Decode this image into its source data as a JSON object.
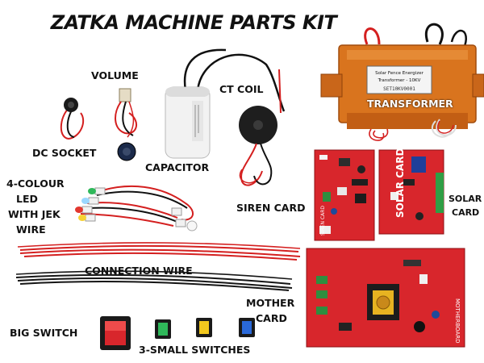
{
  "title": "ZATKA MACHINE PARTS KIT",
  "labels": {
    "volume": "VOLUME",
    "ct_coil": "CT COIL",
    "dc_socket": "DC SOCKET",
    "capacitor": "CAPACITOR",
    "transformer": "TRANSFORMER",
    "led_line1": "4-COLOUR",
    "led_line2": "LED",
    "led_line3": "WITH JEK",
    "led_line4": "WIRE",
    "siren_card": "SIREN CARD",
    "solar_line1": "SOLAR",
    "solar_line2": "CARD",
    "connection_wire": "CONNECTION WIRE",
    "mother_line1": "MOTHER",
    "mother_line2": "CARD",
    "big_switch": "BIG SWITCH",
    "small_switches": "3-SMALL SWITCHES"
  },
  "transformer_sticker": {
    "line1": "Solar Fence Energizer",
    "line2": "Transformer - 10KV",
    "line3": "SET10KV0001"
  },
  "pcb_text": {
    "siren": "SIREN CARD",
    "solar": "SOLAR CARD",
    "mother": "MOTHERBOARD"
  },
  "colors": {
    "pcb_red": "#d8262c",
    "transformer_orange": "#d9741e",
    "wire_red": "#d41f1f",
    "wire_black": "#151515"
  },
  "icons": [
    "dc-socket-icon",
    "potentiometer-icon",
    "capacitor-icon",
    "buzzer-icon",
    "transformer-icon",
    "led-icon",
    "pcb-icon",
    "wire-bundle-icon",
    "rocker-switch-icon"
  ]
}
